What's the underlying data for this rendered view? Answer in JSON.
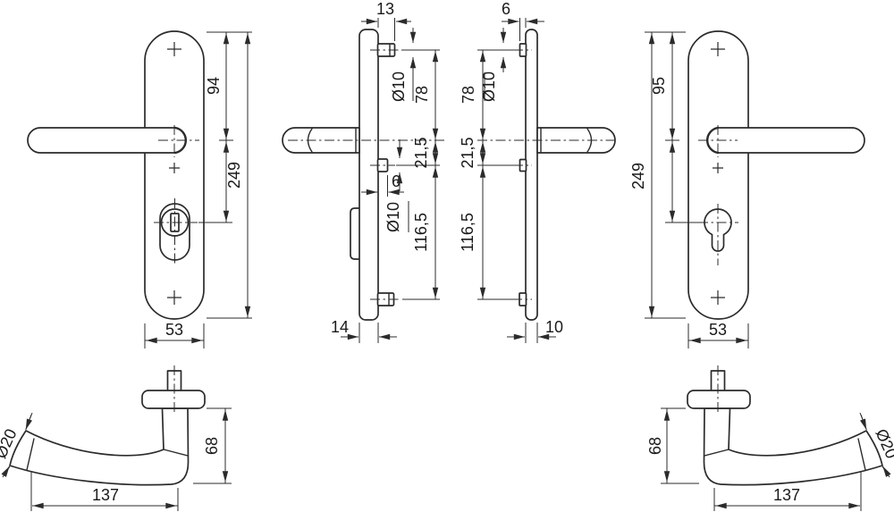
{
  "background_color": "#ffffff",
  "line_color": "#2b2b2b",
  "text_color": "#1a1a1a",
  "views": {
    "front_left": {
      "top_to_handle": "94",
      "total_height": "249",
      "plate_width": "53"
    },
    "side_left": {
      "bolt_projection": "13",
      "top_bolt_diameter": "Ø10",
      "top_bolt_to_handle": "78",
      "handle_to_mid_bolt": "21,5",
      "mid_bolt_projection": "6",
      "mid_bolt_diameter": "Ø10",
      "mid_to_bottom_bolt": "116,5",
      "plate_thickness": "14"
    },
    "side_right": {
      "bolt_projection": "6",
      "top_bolt_diameter": "Ø10",
      "top_bolt_to_handle": "78",
      "handle_to_mid_bolt": "21,5",
      "mid_to_bottom_bolt": "116,5",
      "plate_thickness": "10"
    },
    "front_right": {
      "total_height": "249",
      "top_to_handle": "95",
      "plate_width": "53"
    },
    "lever_left": {
      "grip_diameter": "Ø20",
      "height": "68",
      "length": "137"
    },
    "lever_right": {
      "grip_diameter": "Ø20",
      "height": "68",
      "length": "137"
    }
  }
}
